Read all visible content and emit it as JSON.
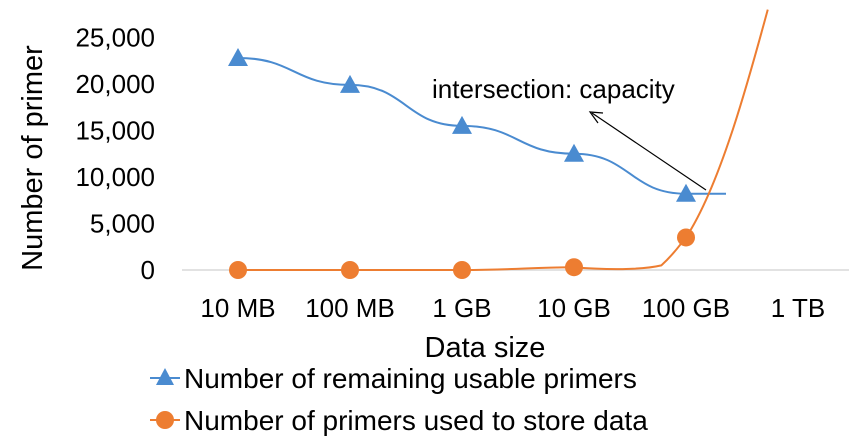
{
  "chart_data": {
    "type": "line",
    "categories": [
      "10 MB",
      "100 MB",
      "1 GB",
      "10 GB",
      "100 GB",
      "1 TB"
    ],
    "xlabel": "Data size",
    "ylabel": "Number of primer",
    "ylim": [
      0,
      25000
    ],
    "yticks": [
      "0",
      "5,000",
      "10,000",
      "15,000",
      "20,000",
      "25,000"
    ],
    "grid": false,
    "legend_position": "bottom",
    "series": [
      {
        "name": "Number of remaining usable primers",
        "color": "#4A8BD0",
        "marker": "triangle",
        "values": [
          22800,
          19900,
          15500,
          12500,
          8200
        ]
      },
      {
        "name": "Number of primers used to store data",
        "color": "#ED7D31",
        "marker": "circle",
        "values": [
          0,
          0,
          0,
          300,
          3500
        ]
      }
    ],
    "annotation": {
      "text": "intersection: capacity",
      "points_to": [
        5.2,
        8200
      ]
    }
  }
}
